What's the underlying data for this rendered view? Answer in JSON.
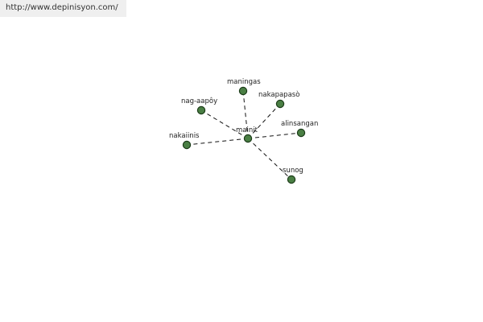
{
  "header": {
    "url": "http://www.depinisyon.com/"
  },
  "graph": {
    "center": "mainit",
    "nodes": [
      {
        "id": "mainit",
        "label": "mainit"
      },
      {
        "id": "maningas",
        "label": "maningas"
      },
      {
        "id": "nag-aapoy",
        "label": "nag-aapôy"
      },
      {
        "id": "nakapapaso",
        "label": "nakapapasò"
      },
      {
        "id": "alinsangan",
        "label": "alinsangan"
      },
      {
        "id": "nakaiinis",
        "label": "nakaiinis"
      },
      {
        "id": "sunog",
        "label": "sunog"
      }
    ],
    "edges": [
      {
        "from": "mainit",
        "to": "maningas"
      },
      {
        "from": "mainit",
        "to": "nag-aapoy"
      },
      {
        "from": "mainit",
        "to": "nakapapaso"
      },
      {
        "from": "mainit",
        "to": "alinsangan"
      },
      {
        "from": "mainit",
        "to": "nakaiinis"
      },
      {
        "from": "mainit",
        "to": "sunog"
      }
    ],
    "colors": {
      "node_fill": "#4a7f44",
      "node_stroke": "#1b3b18",
      "edge": "#111111"
    }
  }
}
